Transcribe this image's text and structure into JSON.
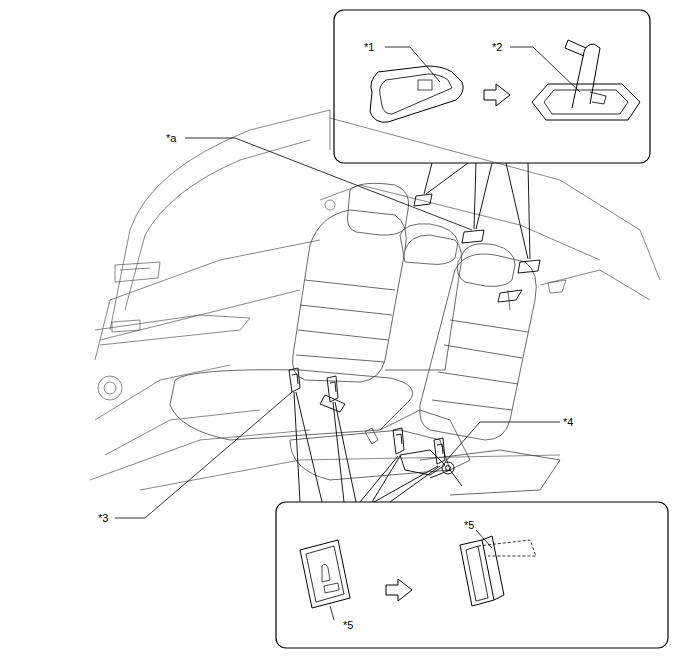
{
  "diagram": {
    "labels": [
      "*1",
      "*2",
      "*a",
      "*3",
      "*4",
      "*5",
      "*5"
    ]
  }
}
